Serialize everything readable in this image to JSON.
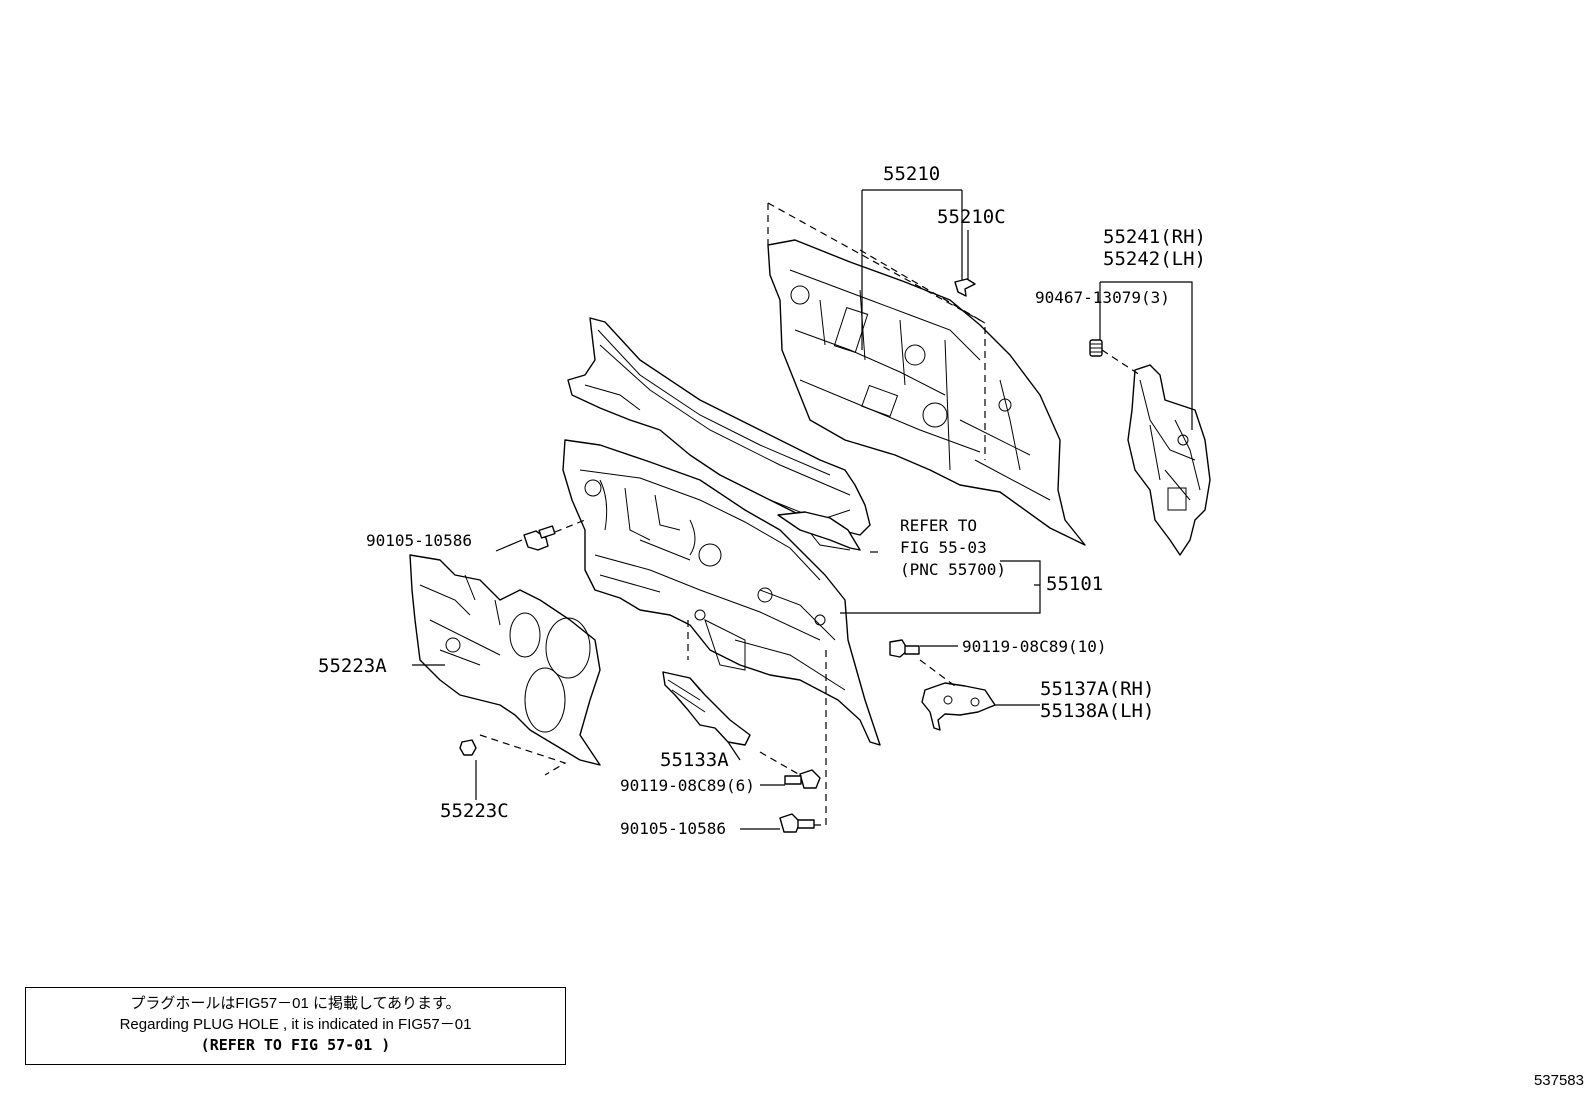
{
  "labels": {
    "p55210": "55210",
    "p55210c": "55210C",
    "p55241": "55241(RH)",
    "p55242": "55242(LH)",
    "p90467": "90467-13079(3)",
    "p90105a": "90105-10586",
    "refer1": "REFER TO",
    "refer2": "FIG 55-03",
    "refer3": "(PNC 55700)",
    "p55101": "55101",
    "p90119a": "90119-08C89(10)",
    "p55137": "55137A(RH)",
    "p55138": "55138A(LH)",
    "p55223a": "55223A",
    "p55133a": "55133A",
    "p90119b": "90119-08C89(6)",
    "p55223c": "55223C",
    "p90105b": "90105-10586"
  },
  "note": {
    "line1": "プラグホールはFIG57－01 に掲載してあります。",
    "line2": "Regarding  PLUG  HOLE  ,  it  is  indicated  in  FIG57－01",
    "line3": "(REFER TO FIG 57-01  )"
  },
  "figure_number": "537583"
}
